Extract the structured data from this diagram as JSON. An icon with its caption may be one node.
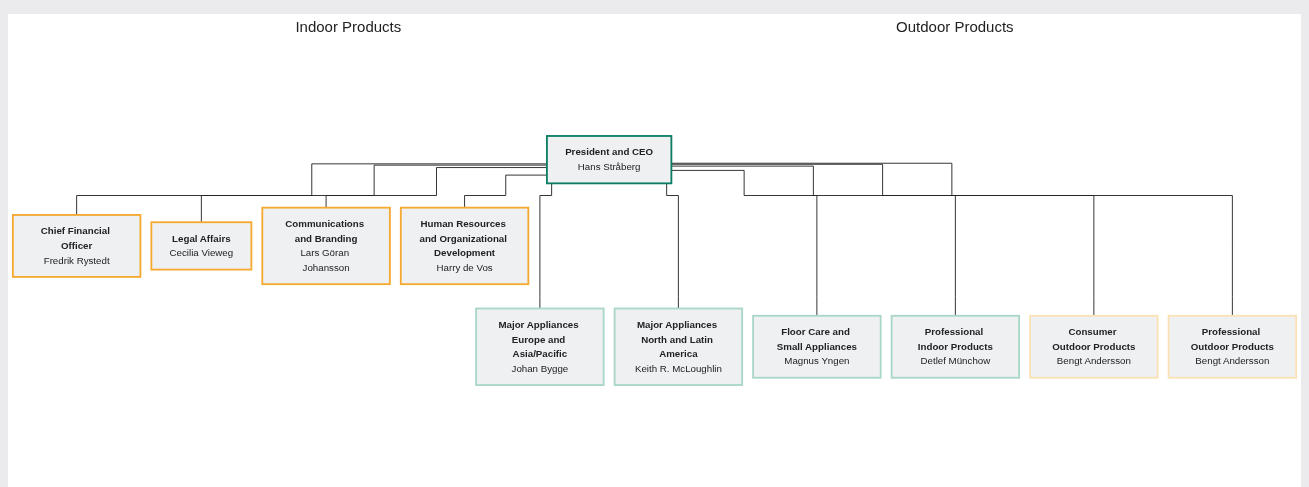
{
  "diagram": {
    "nodes": [
      {
        "text": [
          "President and CEO",
          "Hans Stråberg"
        ]
      },
      {
        "text": [
          "Chief Financial Officer",
          "Fredrik Rystedt"
        ]
      },
      {
        "text": [
          "Legal Affairs",
          "Cecilia Vieweg"
        ]
      },
      {
        "text": [
          "Communications and Branding",
          "Lars Göran Johansson"
        ]
      },
      {
        "text": [
          "Human Resources and Organizational Development",
          "Harry de Vos"
        ]
      },
      {
        "text": [
          "Major Appliances Europe and Asia/Pacific",
          "Johan Bygge"
        ]
      },
      {
        "text": [
          "Major Appliances North and Latin America",
          "Keith R. McLoughlin"
        ]
      },
      {
        "text": [
          "Floor Care and Small Appliances",
          "Magnus Yngen"
        ]
      },
      {
        "text": [
          "Professional Indoor Products",
          "Detlef Münchow"
        ]
      },
      {
        "text": [
          "Consumer Outdoor Products",
          "Bengt Andersson"
        ]
      },
      {
        "text": [
          "Professional Outdoor Products",
          "Bengt Andersson"
        ]
      }
    ],
    "edges": [
      {
        "from": 0,
        "to": 1,
        "arrow": "none"
      },
      {
        "from": 0,
        "to": 2,
        "arrow": "none"
      },
      {
        "from": 0,
        "to": 3,
        "arrow": "none"
      },
      {
        "from": 0,
        "to": 4,
        "arrow": "none"
      },
      {
        "from": 0,
        "to": 5,
        "arrow": "none"
      },
      {
        "from": 0,
        "to": 6,
        "arrow": "none"
      },
      {
        "from": 0,
        "to": 7,
        "arrow": "none"
      },
      {
        "from": 0,
        "to": 8,
        "arrow": "none"
      },
      {
        "from": 0,
        "to": 9,
        "arrow": "none"
      },
      {
        "from": 0,
        "to": 10,
        "arrow": "none"
      }
    ],
    "labels": [
      "Indoor Products",
      "Outdoor Products"
    ]
  }
}
